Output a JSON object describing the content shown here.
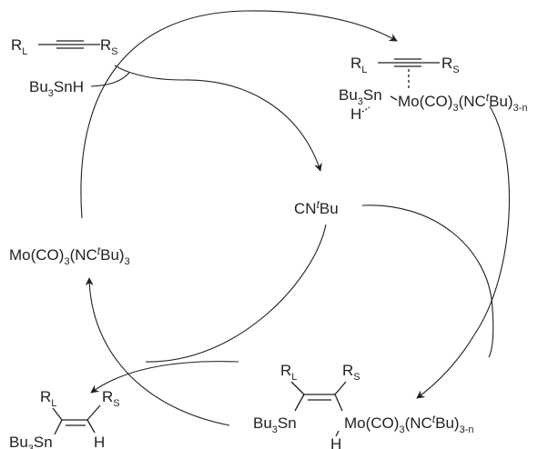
{
  "ink": "#231f20",
  "alkyne_substrate": {
    "rl": "R",
    "rl_sub": "L",
    "rs": "R",
    "rs_sub": "S"
  },
  "tin_hydride": {
    "bu": "Bu",
    "n": "3",
    "snh": "SnH"
  },
  "catalyst": {
    "a": "Mo(CO)",
    "a_sub": "3",
    "b": "(NC",
    "tbu": "t",
    "c": "Bu)",
    "c_sub": "3"
  },
  "isocyanide": {
    "a": "CN",
    "tbu": "t",
    "b": "Bu"
  },
  "pi_complex": {
    "rl": "R",
    "rl_sub": "L",
    "rs": "R",
    "rs_sub": "S",
    "bu": "Bu",
    "n": "3",
    "sn": "Sn",
    "h": "H",
    "mo": "Mo(CO)",
    "mo_sub": "3",
    "nc": "(NC",
    "tbu": "t",
    "bu2": "Bu)",
    "sub2": "3-n"
  },
  "vinyl_complex": {
    "rl": "R",
    "rl_sub": "L",
    "rs": "R",
    "rs_sub": "S",
    "bu": "Bu",
    "n": "3",
    "sn": "Sn",
    "h": "H",
    "mo": "Mo(CO)",
    "mo_sub": "3",
    "nc": "(NC",
    "tbu": "t",
    "bu2": "Bu)",
    "sub2": "3-n"
  },
  "product": {
    "rl": "R",
    "rl_sub": "L",
    "rs": "R",
    "rs_sub": "S",
    "bu": "Bu",
    "n": "3",
    "sn": "Sn",
    "h": "H"
  }
}
